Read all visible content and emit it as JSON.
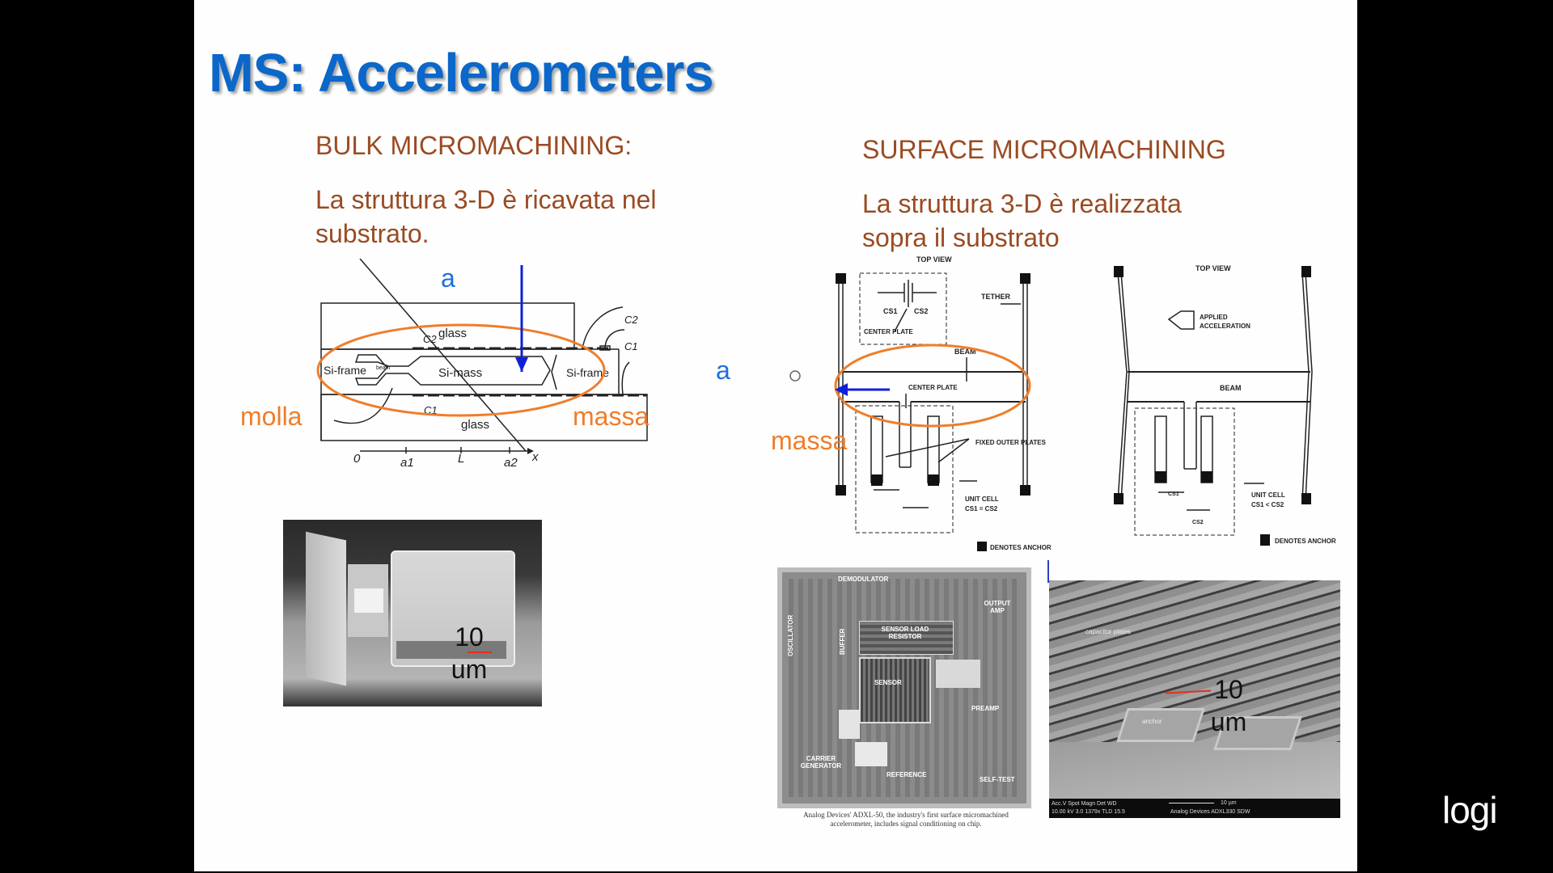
{
  "slide": {
    "title": "MS: Accelerometers",
    "colors": {
      "title": "#0b67c9",
      "text": "#9b4a22",
      "annotation_blue": "#1f6fe0",
      "annotation_orange": "#ef7d2c",
      "background": "#fdfefd"
    },
    "bulk": {
      "heading": "BULK MICROMACHINING:",
      "line1": "La struttura 3-D è ricavata nel",
      "line2": "substrato."
    },
    "surface": {
      "heading": "SURFACE MICROMACHINING",
      "line1": "La struttura 3-D è realizzata",
      "line2": "sopra il substrato"
    },
    "bulk_diagram": {
      "accel_label": "a",
      "spring_label": "molla",
      "mass_label": "massa",
      "labels": {
        "glass_top": "glass",
        "glass_bottom": "glass",
        "c2": "C2",
        "c1": "C1",
        "c2_out": "C2",
        "c1_out": "C1",
        "si_frame_left": "Si-frame",
        "si_mass": "Si-mass",
        "si_frame_right": "Si-frame",
        "beam": "beam"
      },
      "axis": {
        "origin": "0",
        "a1": "a1",
        "L": "L",
        "a2": "a2",
        "x": "x"
      }
    },
    "surface_diagram_1": {
      "top_view": "TOP VIEW",
      "cs1": "CS1",
      "cs2": "CS2",
      "center_plate_top": "CENTER PLATE",
      "tether": "TETHER",
      "beam": "BEAM",
      "center_plate": "CENTER PLATE",
      "fixed_outer_plates": "FIXED OUTER PLATES",
      "unit_cell": "UNIT CELL",
      "unit_cell_relation": "CS1 = CS2",
      "denotes_anchor": "DENOTES ANCHOR",
      "accel_label": "a",
      "mass_label": "massa"
    },
    "surface_diagram_2": {
      "top_view": "TOP VIEW",
      "applied": "APPLIED",
      "acceleration": "ACCELERATION",
      "beam": "BEAM",
      "cs1": "CS1",
      "cs2": "CS2",
      "unit_cell": "UNIT CELL",
      "unit_cell_relation": "CS1 < CS2",
      "denotes_anchor": "DENOTES ANCHOR"
    },
    "sem_left": {
      "scale_value": "10",
      "scale_unit": "um"
    },
    "chip_die": {
      "blocks": [
        "DEMODULATOR",
        "OSCILLATOR",
        "BUFFER",
        "SENSOR LOAD RESISTOR",
        "OUTPUT AMP",
        "SENSOR",
        "CARRIER GENERATOR",
        "PREAMP",
        "REFERENCE",
        "SELF-TEST"
      ],
      "caption_line1": "Analog Devices' ADXL-50, the industry's first surface micromachined",
      "caption_line2": "accelerometer, includes signal conditioning on chip."
    },
    "sem_right": {
      "scale_value": "10",
      "scale_unit": "um",
      "label_plates": "capacitor plates",
      "label_anchor": "anchor",
      "info_header": "Acc.V   Spot  Magn   Det   WD",
      "info_values": "10.00 kV  3.0   1379x  TLD  15.5",
      "scale_bar_label": "10 µm",
      "info_source": "Analog Devices ADXL330 SDW"
    }
  },
  "overlay": {
    "logo": "logi"
  }
}
